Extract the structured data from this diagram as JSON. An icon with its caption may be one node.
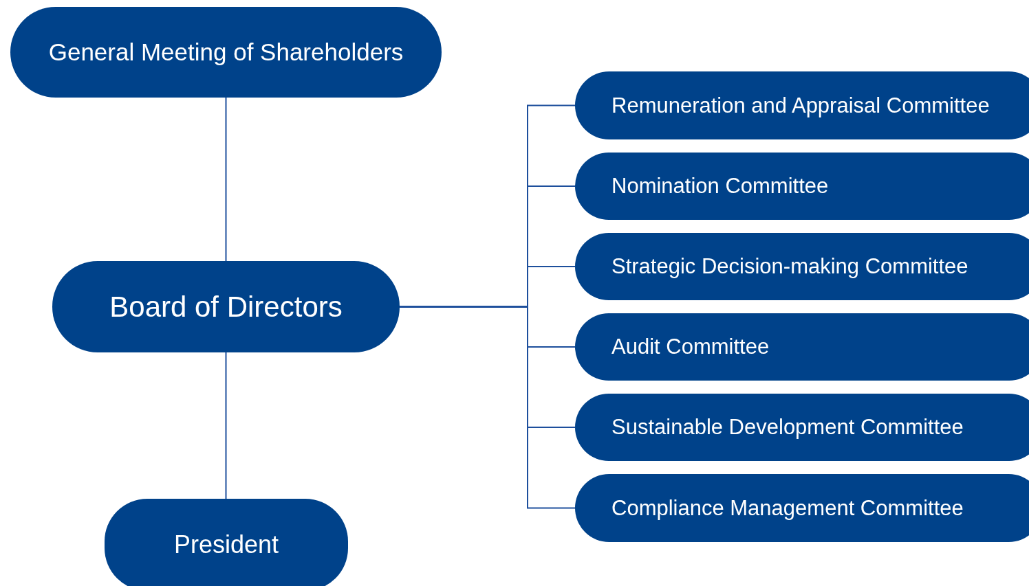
{
  "diagram": {
    "nodes": [
      {
        "text": [
          "General Meeting of Shareholders"
        ]
      },
      {
        "text": [
          "Board of Directors"
        ]
      },
      {
        "text": [
          "President"
        ]
      },
      {
        "text": [
          "Remuneration and Appraisal Committee"
        ]
      },
      {
        "text": [
          "Nomination Committee"
        ]
      },
      {
        "text": [
          "Strategic Decision-making Committee"
        ]
      },
      {
        "text": [
          "Audit Committee"
        ]
      },
      {
        "text": [
          "Sustainable Development Committee"
        ]
      },
      {
        "text": [
          "Compliance Management Committee"
        ]
      }
    ],
    "edges": [
      {
        "from": 0,
        "to": 1,
        "arrow": "none"
      },
      {
        "from": 1,
        "to": 2,
        "arrow": "none"
      },
      {
        "from": 1,
        "to": 3,
        "arrow": "none"
      },
      {
        "from": 1,
        "to": 4,
        "arrow": "none"
      },
      {
        "from": 1,
        "to": 5,
        "arrow": "none"
      },
      {
        "from": 1,
        "to": 6,
        "arrow": "none"
      },
      {
        "from": 1,
        "to": 7,
        "arrow": "none"
      },
      {
        "from": 1,
        "to": 8,
        "arrow": "none"
      }
    ]
  }
}
